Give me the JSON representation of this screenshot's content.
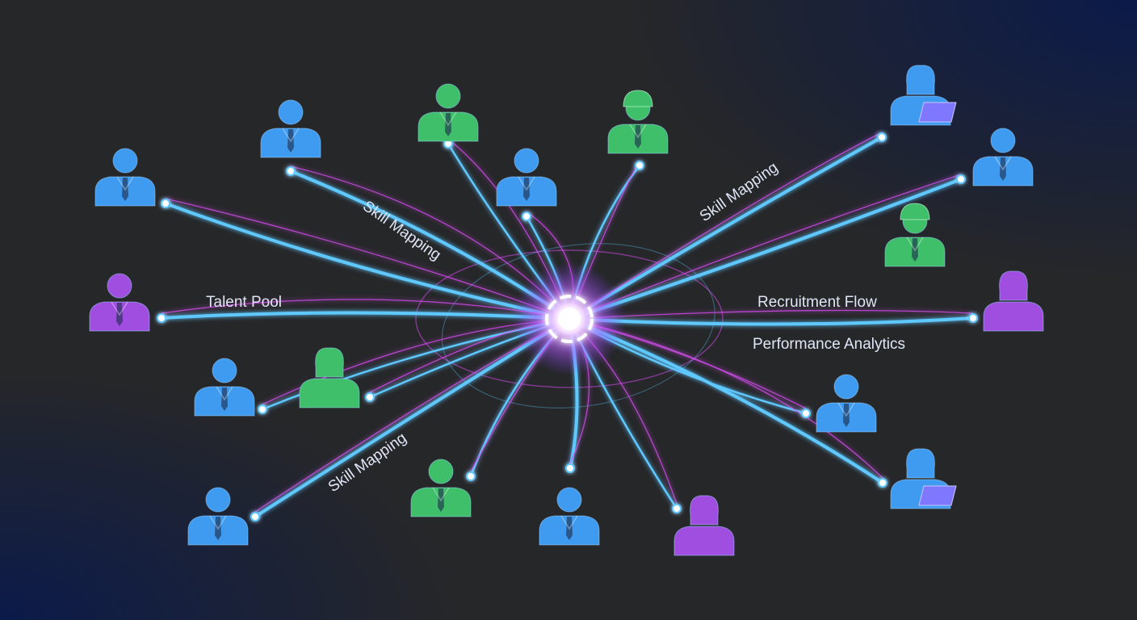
{
  "labels": {
    "skill_mapping_upper_left": "Skill Mapping",
    "skill_mapping_upper_right": "Skill Mapping",
    "skill_mapping_lower_left": "Skill Mapping",
    "talent_pool": "Talent Pool",
    "recruitment_flow": "Recruitment Flow",
    "performance_analytics": "Performance Analytics"
  },
  "colors": {
    "background": "#262729",
    "background_corner": "#0b1a4a",
    "connection_blue": "#5fc8ff",
    "connection_magenta": "#d54cf0",
    "hub": "#ffffff",
    "person_blue": "#3f9bf0",
    "person_green": "#3fbf6a",
    "person_purple": "#a04ee0"
  },
  "people": [
    {
      "role": "businessman",
      "color": "blue"
    },
    {
      "role": "businessman",
      "color": "blue"
    },
    {
      "role": "businessman",
      "color": "green"
    },
    {
      "role": "businessman",
      "color": "blue"
    },
    {
      "role": "engineer-hardhat",
      "color": "green"
    },
    {
      "role": "woman-laptop",
      "color": "blue"
    },
    {
      "role": "businessman",
      "color": "blue"
    },
    {
      "role": "engineer-hardhat",
      "color": "green"
    },
    {
      "role": "businessman",
      "color": "purple"
    },
    {
      "role": "businesswoman",
      "color": "purple"
    },
    {
      "role": "businessman",
      "color": "blue"
    },
    {
      "role": "businesswoman",
      "color": "green"
    },
    {
      "role": "businessman",
      "color": "blue"
    },
    {
      "role": "businessman",
      "color": "blue"
    },
    {
      "role": "businessman",
      "color": "green"
    },
    {
      "role": "businessman",
      "color": "blue"
    },
    {
      "role": "businesswoman",
      "color": "purple"
    },
    {
      "role": "woman-laptop",
      "color": "blue"
    }
  ]
}
